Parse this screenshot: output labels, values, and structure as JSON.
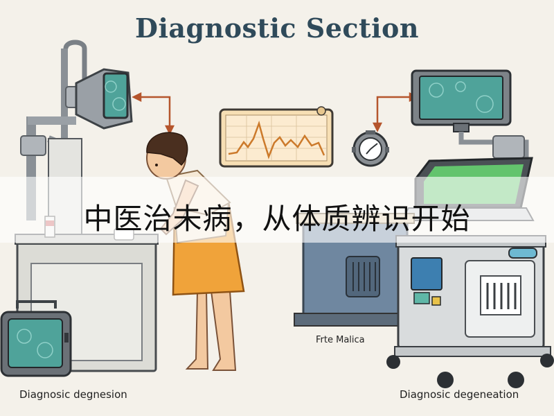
{
  "title": "Diagnostic Section",
  "banner_text": "中医治未病，从体质辨识开始",
  "captions": {
    "left": "Diagnosic degnesion",
    "middle": "Frte Malica",
    "right": "Diagnosic degeneation"
  },
  "colors": {
    "title": "#2f4a5a",
    "screen": "#4fa39a",
    "arrow": "#b5552c",
    "robe": "#f0a33a",
    "chart_panel": "#f7dfb4",
    "chart_line": "#cc7a2b",
    "green_screen": "#63c46d"
  },
  "icons": [
    "left-monitor-icon",
    "right-monitor-icon",
    "gauge-icon",
    "waveform-chart-icon",
    "laptop-icon",
    "patient-figure-icon"
  ]
}
